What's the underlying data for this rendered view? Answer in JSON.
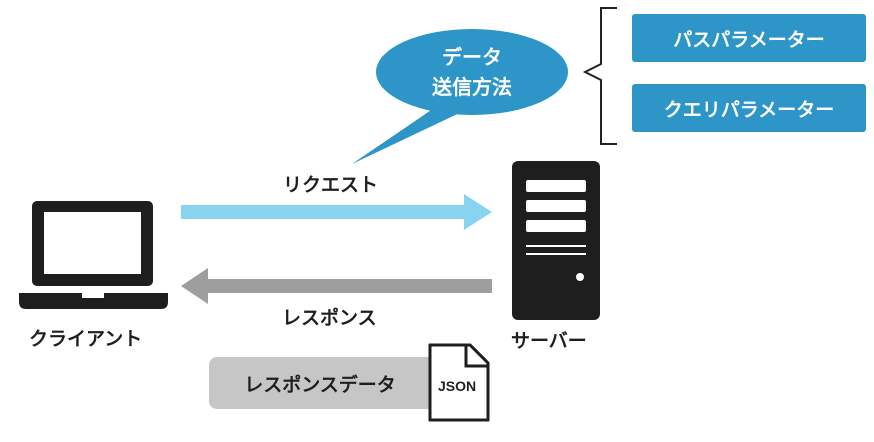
{
  "bubble": {
    "line1": "データ",
    "line2": "送信方法"
  },
  "params": {
    "path": "パスパラメーター",
    "query": "クエリパラメーター"
  },
  "arrows": {
    "request": "リクエスト",
    "response": "レスポンス"
  },
  "nodes": {
    "client": "クライアント",
    "server": "サーバー"
  },
  "response_data": {
    "label": "レスポンスデータ",
    "file_type": "JSON"
  },
  "colors": {
    "param_blue": "#2e95c8",
    "request_arrow": "#87d3f0",
    "response_arrow": "#9e9e9e",
    "device": "#1e1e1e",
    "response_box": "#c6c6c6"
  },
  "icons": [
    "laptop-icon",
    "server-icon",
    "json-file-icon"
  ]
}
